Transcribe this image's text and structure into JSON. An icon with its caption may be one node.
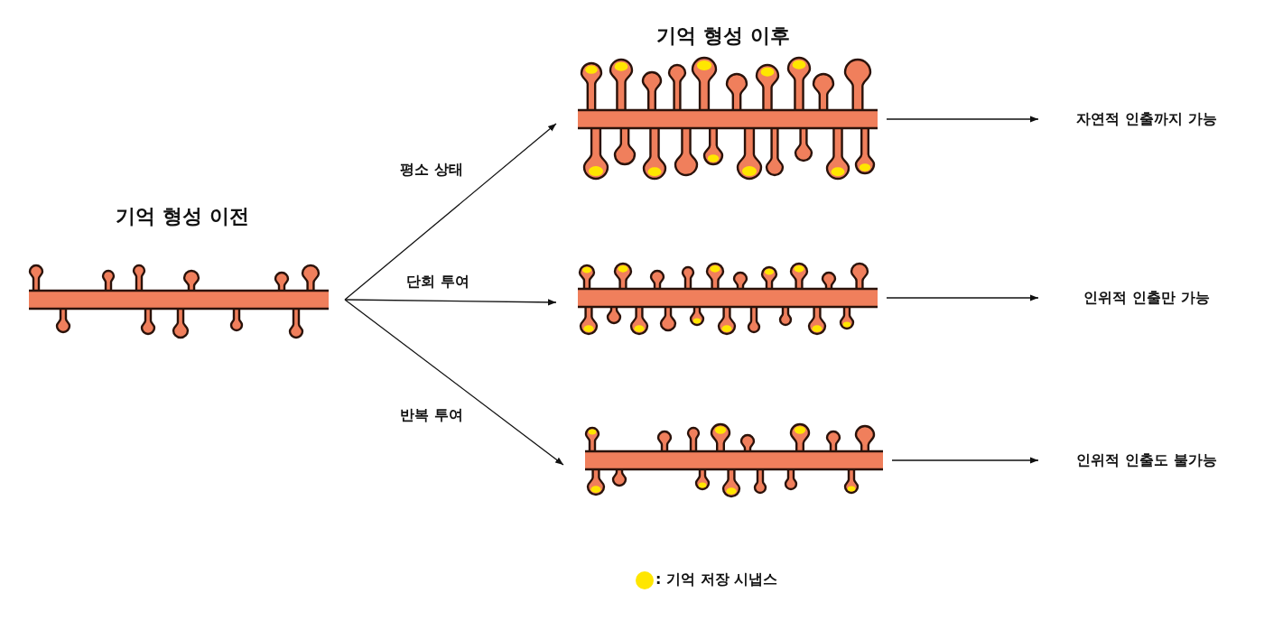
{
  "diagram": {
    "nodes": [
      {
        "text": [
          "기억 형성 이전"
        ]
      },
      {
        "text": [
          "기억 형성 이후"
        ]
      },
      {
        "text": [],
        "shape": "picture"
      },
      {
        "text": [],
        "shape": "picture"
      },
      {
        "text": [
          "자연적 인출까지 가능"
        ]
      },
      {
        "text": [
          "인위적 인출만 가능"
        ]
      },
      {
        "text": [
          "인위적 인출도 불가능"
        ]
      }
    ],
    "edges": [
      {
        "from": 0,
        "to": 1,
        "arrow": "to",
        "label": "평소 상태"
      },
      {
        "from": 0,
        "to": 2,
        "arrow": "to",
        "label": "단회 투여"
      },
      {
        "from": 0,
        "to": 3,
        "arrow": "to",
        "label": "반복 투여"
      },
      {
        "from": 1,
        "to": 4,
        "arrow": "to"
      },
      {
        "from": 2,
        "to": 5,
        "arrow": "to"
      },
      {
        "from": 3,
        "to": 6,
        "arrow": "to"
      }
    ],
    "legend": [
      {
        "text": ": 기억 저장 시냅스",
        "color": "#ffe600"
      }
    ]
  }
}
